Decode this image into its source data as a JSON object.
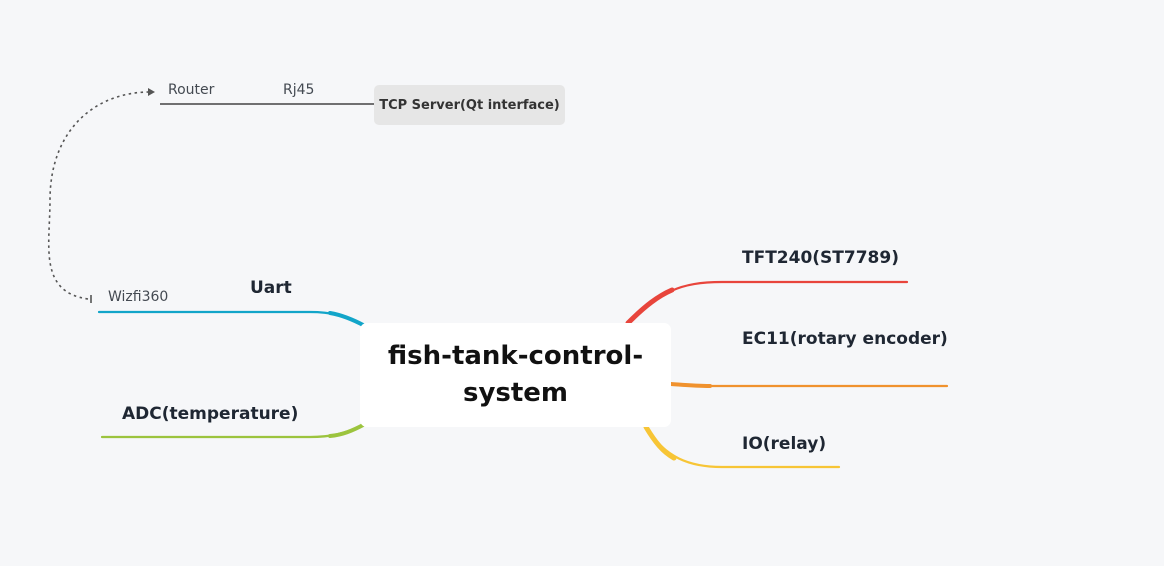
{
  "central_topic": {
    "label": "fish-tank-control-system"
  },
  "branches": {
    "tft": {
      "label": "TFT240(ST7789)",
      "color": "#e8453c"
    },
    "ec11": {
      "label": "EC11(rotary encoder)",
      "color": "#f0922e"
    },
    "io": {
      "label": "IO(relay)",
      "color": "#f7c536"
    },
    "uart": {
      "label": "Uart",
      "color": "#12a5c9"
    },
    "adc": {
      "label": "ADC(temperature)",
      "color": "#9cc43e"
    }
  },
  "sub_nodes": {
    "wizfi": {
      "label": "Wizfi360"
    },
    "router": {
      "label": "Router"
    },
    "rj45": {
      "label": "Rj45"
    },
    "tcp_server": {
      "label": "TCP Server(Qt interface)"
    }
  },
  "colors": {
    "background": "#f6f7f9",
    "connector_line": "#444444",
    "relationship_arrow": "#555555"
  }
}
